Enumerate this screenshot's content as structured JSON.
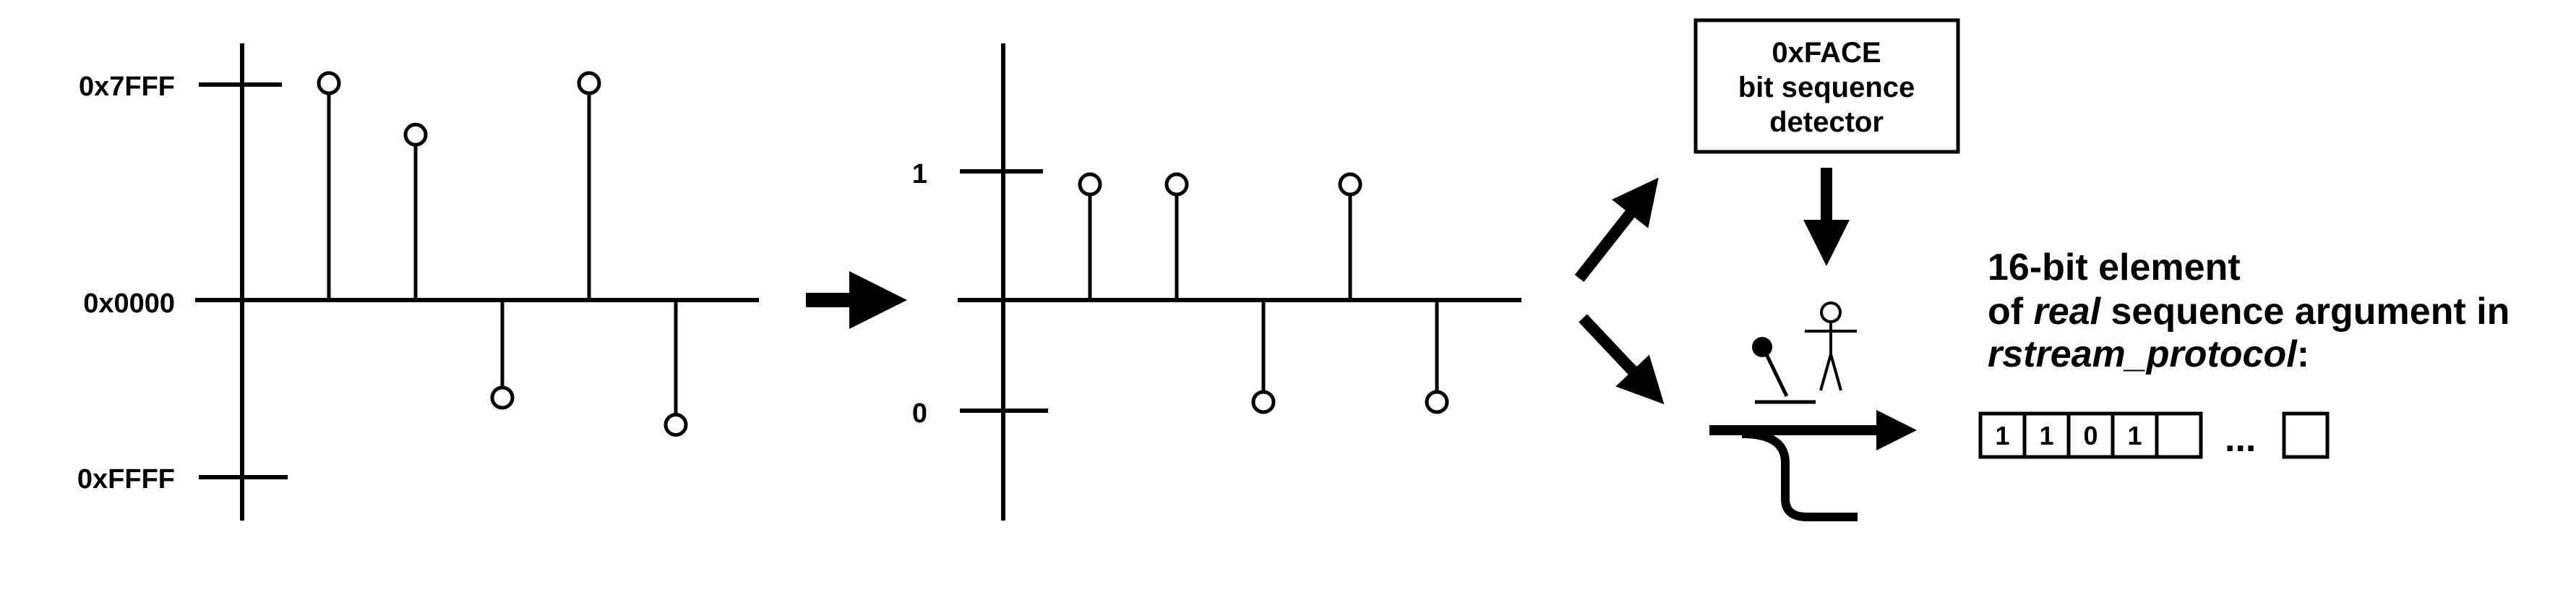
{
  "left_plot": {
    "y_labels": {
      "top": "0x7FFF",
      "middle": "0x0000",
      "bottom": "0xFFFF"
    },
    "samples": [
      0.8,
      0.61,
      -0.36,
      0.8,
      -0.46
    ]
  },
  "right_plot": {
    "y_labels": {
      "one": "1",
      "zero": "0"
    },
    "bits": [
      1,
      1,
      0,
      1,
      0
    ]
  },
  "detector": {
    "line1": "0xFACE",
    "line2": "bit sequence",
    "line3": "detector"
  },
  "description": {
    "line1": "16-bit element",
    "line2_pre": "of ",
    "line2_em": "real",
    "line2_post": " sequence argument in",
    "line3_em": "rstream_protocol",
    "line3_post": ":"
  },
  "element_cells": [
    "1",
    "1",
    "0",
    "1",
    ""
  ],
  "ellipsis": "..."
}
